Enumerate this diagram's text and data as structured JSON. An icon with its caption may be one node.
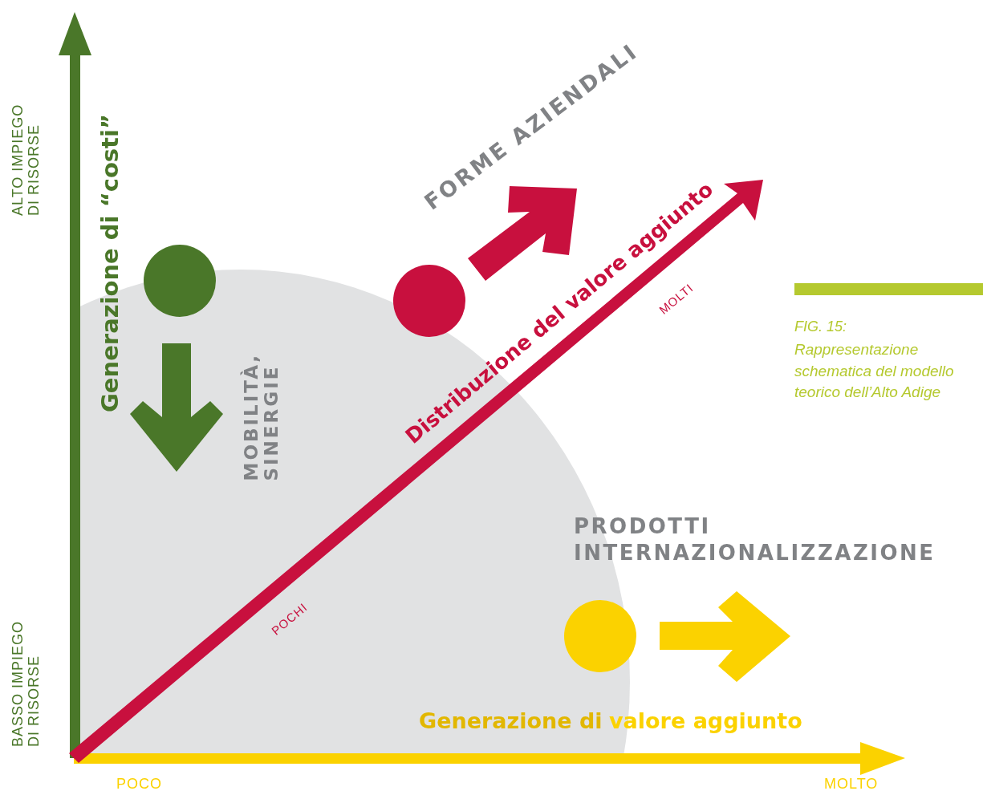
{
  "diagram": {
    "nodes": [
      {
        "text": [],
        "shape": "circle"
      },
      {
        "text": [],
        "shape": "circle"
      },
      {
        "text": [],
        "shape": "circle"
      },
      {
        "text": [],
        "shape": "bar"
      }
    ],
    "caption": "Rappresentazione schematica del modello teorico dell’Alto Adige",
    "labels": [
      "ALTO IMPIEGO DI RISORSE",
      "Generazione di “costi”",
      "FORME AZIENDALI",
      "Distribuzione del valore aggiunto",
      "MOLTI",
      "MOBILITÀ, SINERGIE",
      "PRODOTTI INTERNAZIONALIZZAZIONE",
      "POCHI",
      "BASSO IMPIEGO DI RISORSE",
      "Generazione di",
      "valore aggiunto",
      "POCO",
      "MOLTO",
      "FIG. 15:"
    ]
  }
}
